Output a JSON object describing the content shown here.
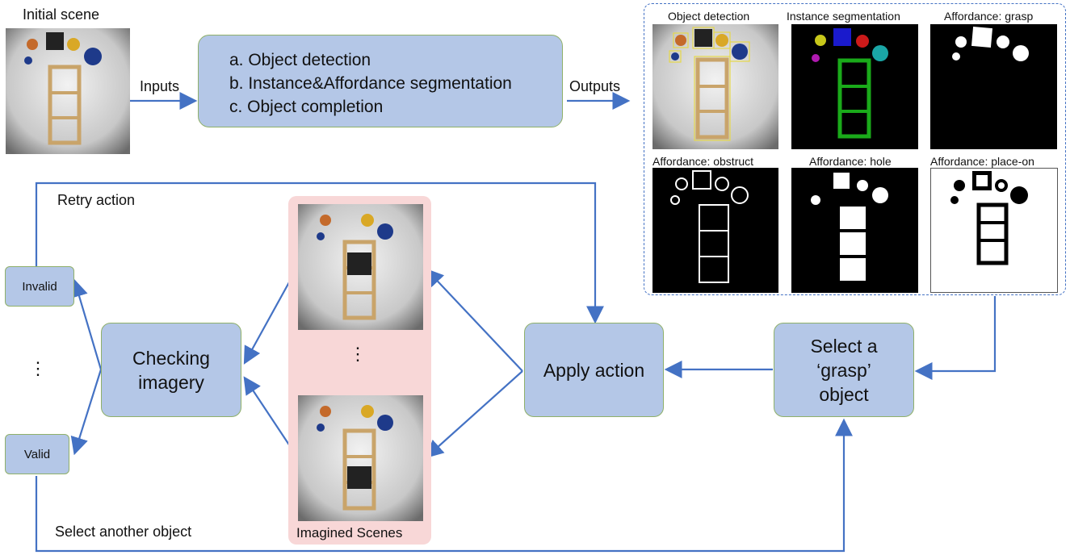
{
  "initial_scene_label": "Initial scene",
  "inputs_label": "Inputs",
  "outputs_label": "Outputs",
  "steps": [
    "a. Object detection",
    "b. Instance&Affordance segmentation",
    "c. Object completion"
  ],
  "output_panels": [
    {
      "title": "Object detection"
    },
    {
      "title": "Instance segmentation"
    },
    {
      "title": "Affordance: grasp"
    },
    {
      "title": "Affordance: obstruct"
    },
    {
      "title": "Affordance: hole"
    },
    {
      "title": "Affordance: place-on"
    }
  ],
  "retry_label": "Retry action",
  "invalid_label": "Invalid",
  "valid_label": "Valid",
  "checking_label": "Checking imagery",
  "apply_label": "Apply action",
  "select_label": "Select a ‘grasp’ object",
  "imagined_label": "Imagined Scenes",
  "select_another_label": "Select another object",
  "ellipsis": "⋮"
}
